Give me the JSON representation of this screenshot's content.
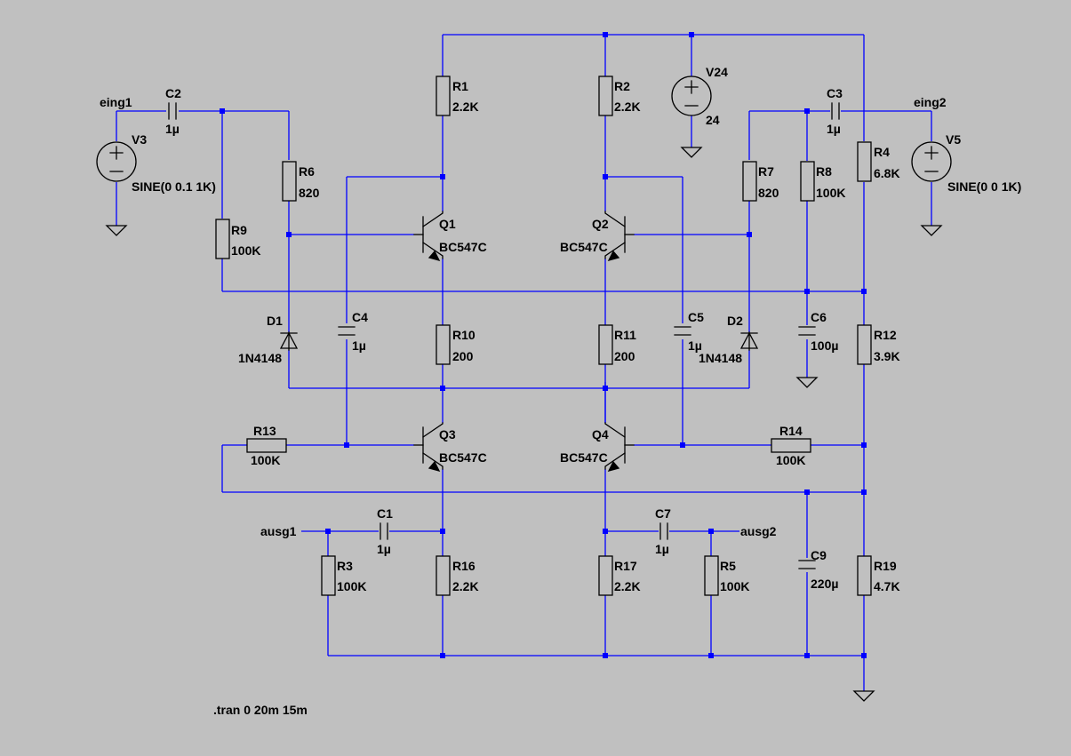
{
  "components": {
    "R1": {
      "name": "R1",
      "value": "2.2K"
    },
    "R2": {
      "name": "R2",
      "value": "2.2K"
    },
    "R3": {
      "name": "R3",
      "value": "100K"
    },
    "R4": {
      "name": "R4",
      "value": "6.8K"
    },
    "R5": {
      "name": "R5",
      "value": "100K"
    },
    "R6": {
      "name": "R6",
      "value": "820"
    },
    "R7": {
      "name": "R7",
      "value": "820"
    },
    "R8": {
      "name": "R8",
      "value": "100K"
    },
    "R9": {
      "name": "R9",
      "value": "100K"
    },
    "R10": {
      "name": "R10",
      "value": "200"
    },
    "R11": {
      "name": "R11",
      "value": "200"
    },
    "R12": {
      "name": "R12",
      "value": "3.9K"
    },
    "R13": {
      "name": "R13",
      "value": "100K"
    },
    "R14": {
      "name": "R14",
      "value": "100K"
    },
    "R16": {
      "name": "R16",
      "value": "2.2K"
    },
    "R17": {
      "name": "R17",
      "value": "2.2K"
    },
    "R19": {
      "name": "R19",
      "value": "4.7K"
    },
    "C1": {
      "name": "C1",
      "value": "1µ"
    },
    "C2": {
      "name": "C2",
      "value": "1µ"
    },
    "C3": {
      "name": "C3",
      "value": "1µ"
    },
    "C4": {
      "name": "C4",
      "value": "1µ"
    },
    "C5": {
      "name": "C5",
      "value": "1µ"
    },
    "C6": {
      "name": "C6",
      "value": "100µ"
    },
    "C7": {
      "name": "C7",
      "value": "1µ"
    },
    "C9": {
      "name": "C9",
      "value": "220µ"
    },
    "Q1": {
      "name": "Q1",
      "value": "BC547C"
    },
    "Q2": {
      "name": "Q2",
      "value": "BC547C"
    },
    "Q3": {
      "name": "Q3",
      "value": "BC547C"
    },
    "Q4": {
      "name": "Q4",
      "value": "BC547C"
    },
    "D1": {
      "name": "D1",
      "value": "1N4148"
    },
    "D2": {
      "name": "D2",
      "value": "1N4148"
    },
    "V3": {
      "name": "V3",
      "value": "SINE(0 0.1 1K)"
    },
    "V5": {
      "name": "V5",
      "value": "SINE(0 0 1K)"
    },
    "V24": {
      "name": "V24",
      "value": "24"
    }
  },
  "nets": {
    "eing1": "eing1",
    "eing2": "eing2",
    "ausg1": "ausg1",
    "ausg2": "ausg2"
  },
  "directive": ".tran 0 20m 15m",
  "colors": {
    "background": "#c0c0c0",
    "wire": "#0000ff",
    "symbol": "#000000"
  }
}
